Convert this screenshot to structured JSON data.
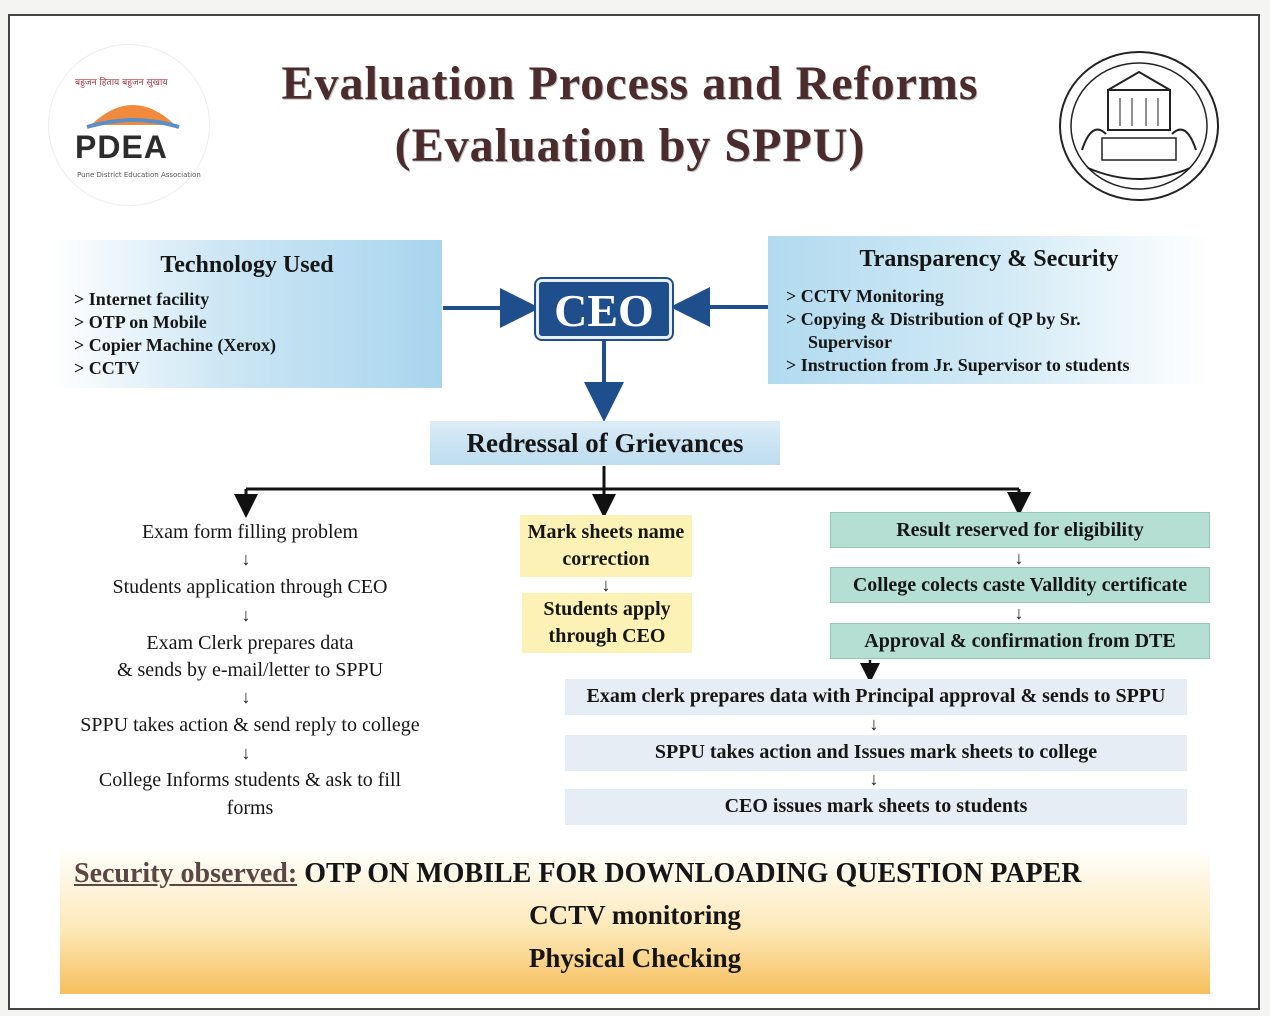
{
  "header": {
    "title_line1": "Evaluation Process and Reforms",
    "title_line2": "(Evaluation by SPPU)",
    "logo_left": {
      "tagline": "बहुजन हिताय बहुजन सुखाय",
      "name": "PDEA",
      "subtitle": "Pune District Education Association"
    }
  },
  "technology": {
    "title": "Technology Used",
    "items": [
      "> Internet facility",
      "> OTP on Mobile",
      "> Copier Machine (Xerox)",
      "> CCTV"
    ]
  },
  "security": {
    "title": "Transparency & Security",
    "items": [
      "> CCTV Monitoring",
      "> Copying & Distribution of QP by Sr.",
      "Supervisor",
      "> Instruction from Jr. Supervisor to students"
    ]
  },
  "center": {
    "ceo": "CEO",
    "redressal": "Redressal of Grievances"
  },
  "left_flow": {
    "steps": [
      "Exam form filling problem",
      "Students application through CEO",
      "Exam Clerk prepares data",
      "& sends by e-mail/letter to SPPU",
      "SPPU takes action & send reply to college",
      "College Informs students & ask to fill",
      "forms"
    ]
  },
  "middle_flow": {
    "box1": [
      "Mark sheets name",
      "correction"
    ],
    "box2": [
      "Students apply",
      "through CEO"
    ]
  },
  "right_flow": {
    "steps": [
      "Result reserved for eligibility",
      "College colects caste Valldity certificate",
      "Approval & confirmation from DTE",
      "Exam clerk prepares data with Principal approval & sends to SPPU",
      "SPPU takes action and Issues mark sheets to college",
      "CEO issues mark sheets to students"
    ]
  },
  "footer": {
    "label": "Security observed:",
    "line1": "OTP ON MOBILE FOR DOWNLOADING QUESTION PAPER",
    "line2": "CCTV monitoring",
    "line3": "Physical Checking"
  },
  "colors": {
    "ceo": "#1f4e8c",
    "title": "#4b2b2b",
    "yellow_box": "#fdf2b6",
    "green_box": "#b5dfd2",
    "grey_box": "#e6edf4",
    "footer_orange": "#f7bf5e"
  }
}
